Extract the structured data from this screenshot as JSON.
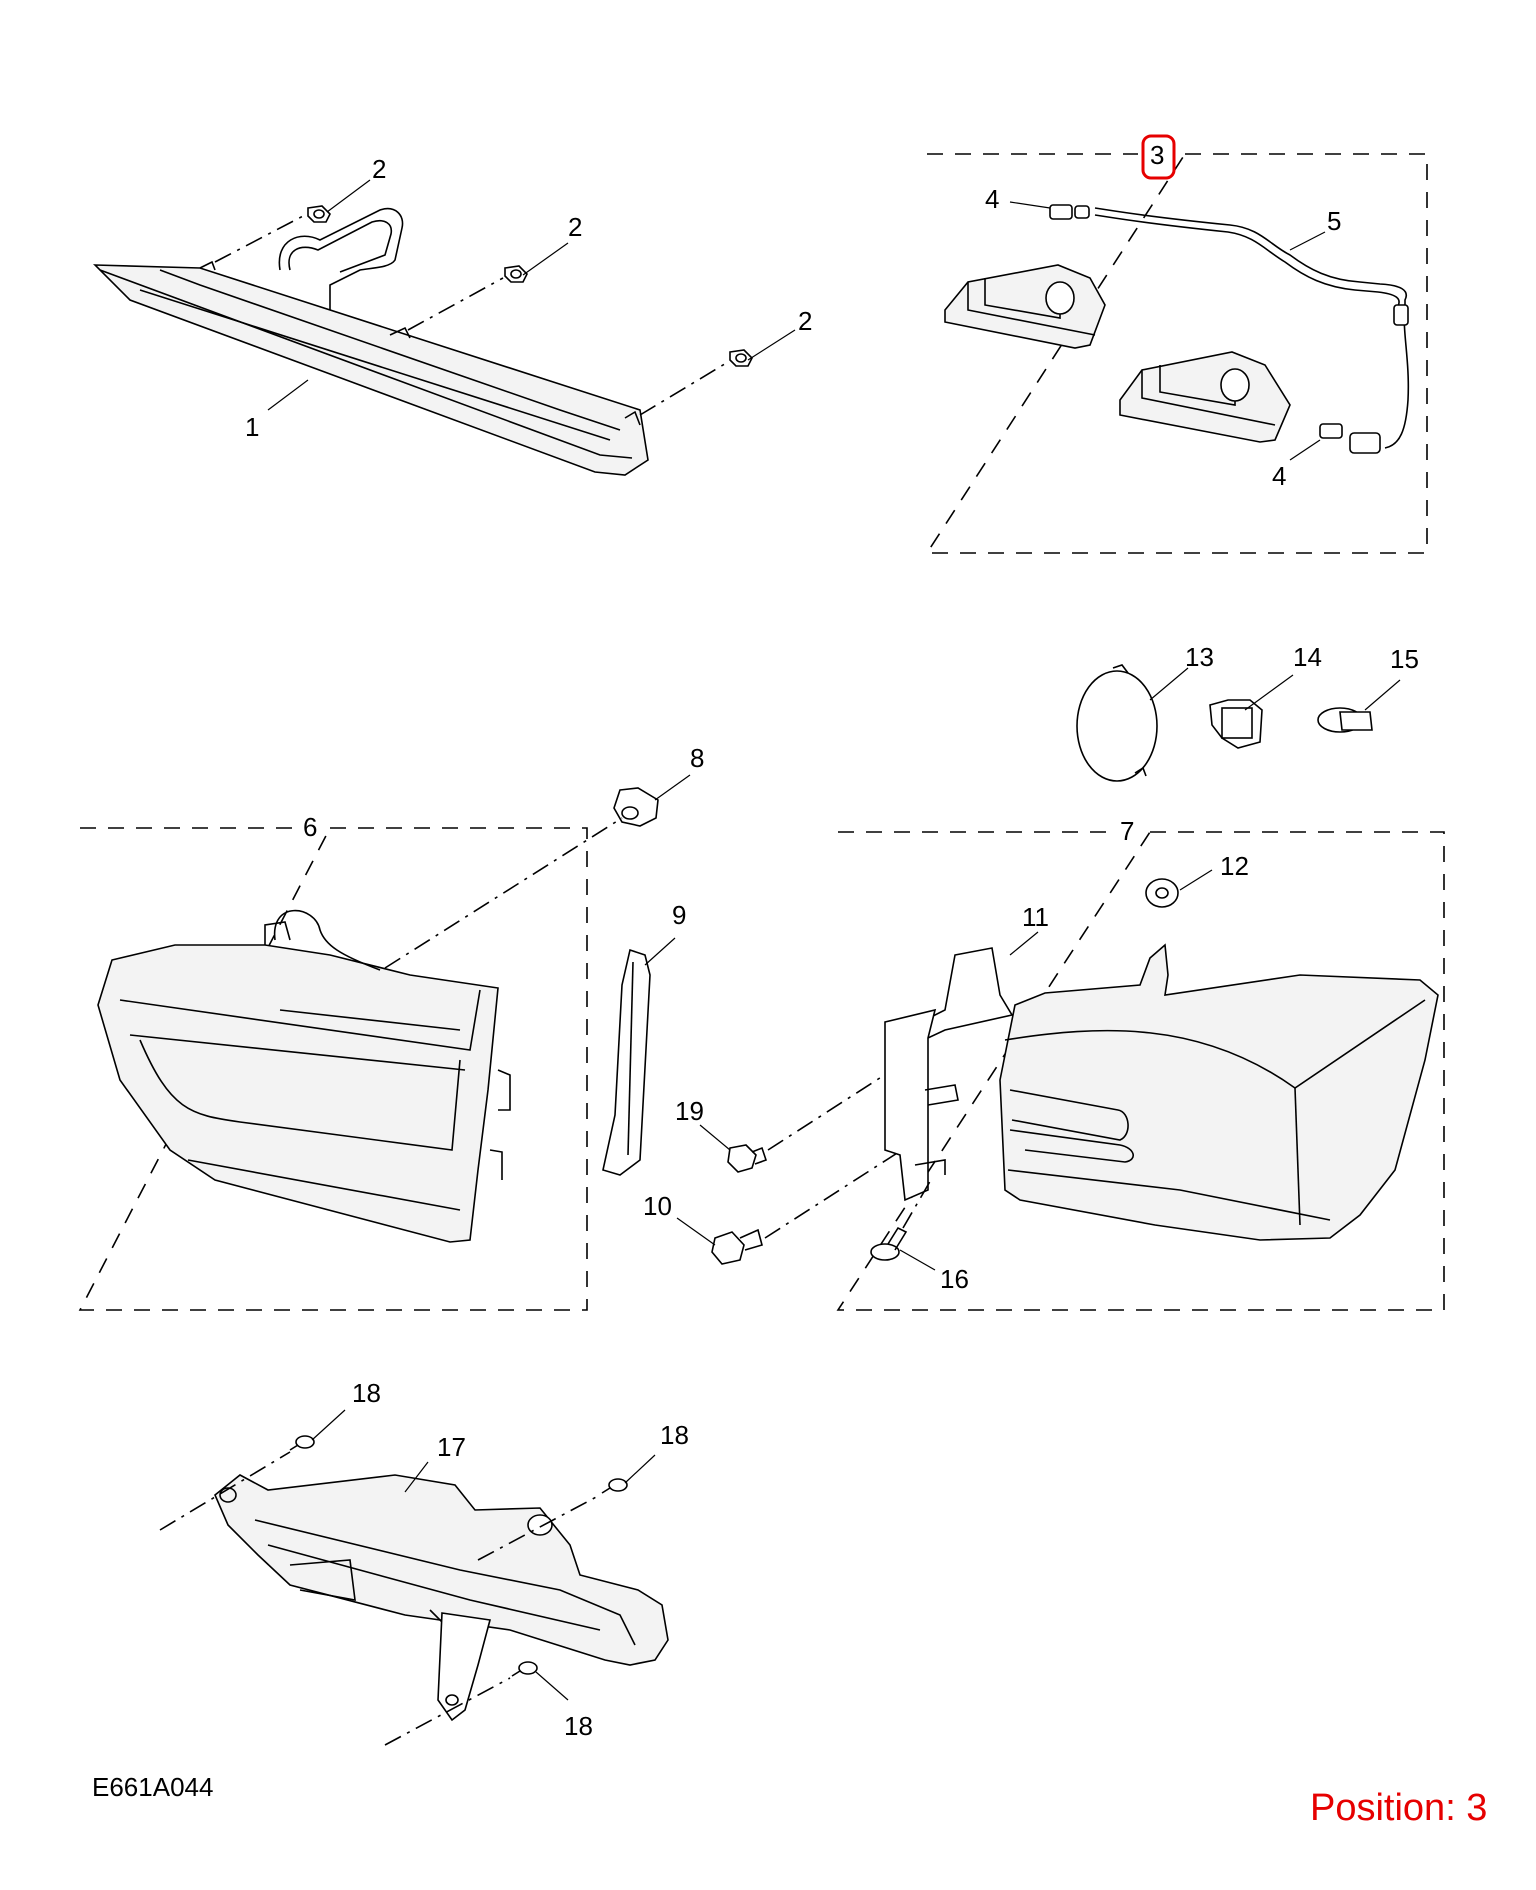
{
  "figure_ref": "E661A044",
  "position_label": "Position: 3",
  "highlight_color": "#e60000",
  "callouts": {
    "c1": "1",
    "c2a": "2",
    "c2b": "2",
    "c2c": "2",
    "c3": "3",
    "c4a": "4",
    "c4b": "4",
    "c5": "5",
    "c6": "6",
    "c7": "7",
    "c8": "8",
    "c9": "9",
    "c10": "10",
    "c11": "11",
    "c12": "12",
    "c13": "13",
    "c14": "14",
    "c15": "15",
    "c16": "16",
    "c17": "17",
    "c18a": "18",
    "c18b": "18",
    "c18c": "18",
    "c19": "19"
  }
}
